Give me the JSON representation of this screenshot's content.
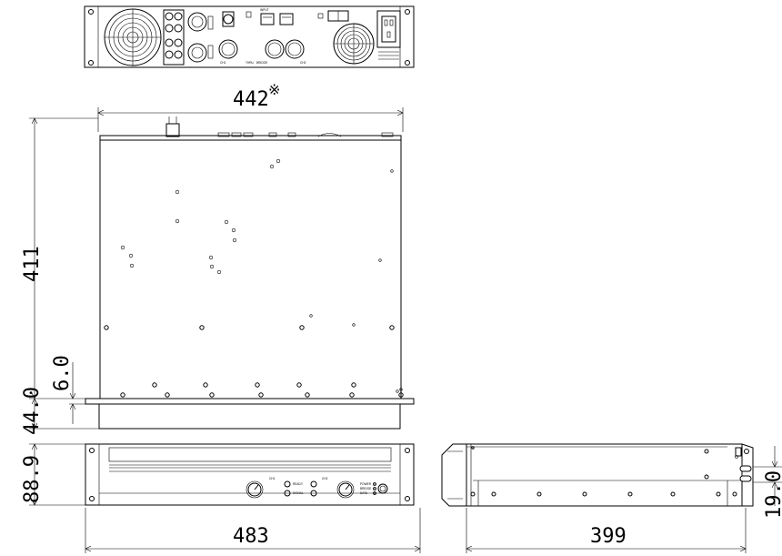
{
  "dimensions": {
    "width_rear": "442",
    "width_rear_mark": "※",
    "depth_top": "411",
    "rack_ear_offset": "6.0",
    "top_to_front": "44.0",
    "front_height": "88.9",
    "width_front": "483",
    "depth_side": "399",
    "side_height": "19.0"
  },
  "front_panel": {
    "ch1": "CH1",
    "ch2": "CH2",
    "ready": "READY",
    "signal": "SIGNAL",
    "status_labels": [
      "POWER",
      "BRIDGE",
      "DATA"
    ]
  },
  "rear_panel": {
    "labels": [
      "CH1",
      "THRU",
      "BRIDGE",
      "CH2",
      "INPUT"
    ]
  },
  "colors": {
    "line": "#000000",
    "background": "#ffffff"
  }
}
